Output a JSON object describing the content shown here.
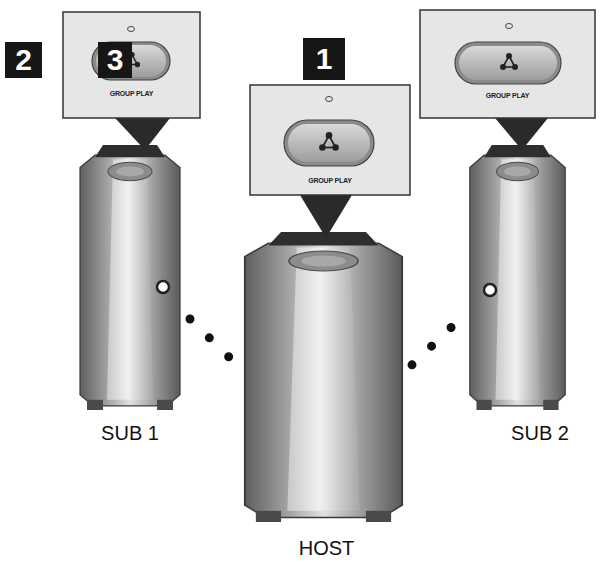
{
  "diagram": {
    "nodes": [
      {
        "text": [
          "GROUP PLAY"
        ]
      },
      {
        "text": [
          "GROUP PLAY"
        ]
      },
      {
        "text": [
          "GROUP PLAY"
        ]
      },
      {
        "text": [
          "SUB 1"
        ]
      },
      {
        "text": [
          "HOST"
        ]
      },
      {
        "text": [
          "SUB 2"
        ]
      }
    ],
    "edges": [
      {
        "from": 3,
        "to": 4,
        "arrow": "none"
      },
      {
        "from": 4,
        "to": 5,
        "arrow": "none"
      }
    ],
    "labels": [
      "2",
      "3",
      "1"
    ]
  }
}
